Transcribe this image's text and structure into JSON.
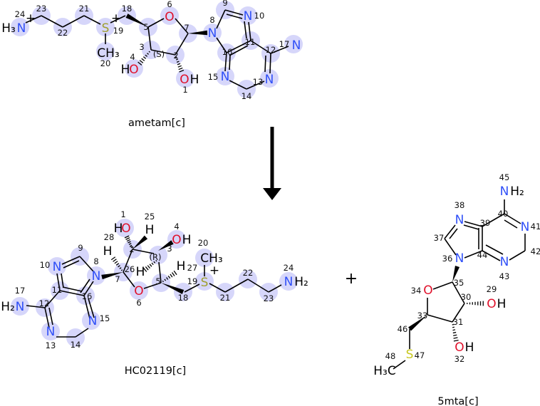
{
  "colors": {
    "nitrogen": "#3050f8",
    "oxygen": "#e0102a",
    "sulfur": "#a0a030",
    "sulfur_alt": "#c8c820",
    "carbon": "#000000",
    "highlight": "#d6d6fa"
  },
  "reaction": {
    "plus": "+",
    "arrow_icon": "down-arrow"
  },
  "molecules": [
    {
      "name": "ametam[c]",
      "atom_labels": [
        "H₃",
        "N",
        "+",
        "S",
        "+",
        "CH₃",
        "O",
        "H",
        "O",
        "O",
        "H",
        "N",
        "N",
        "N",
        "N",
        "N"
      ],
      "atom_numbers": [
        "24",
        "23",
        "22",
        "21",
        "19",
        "20",
        "18",
        "5",
        "6",
        "7",
        "3",
        "(S)",
        "2",
        "4",
        "1",
        "8",
        "9",
        "10",
        "11",
        "16",
        "12",
        "17",
        "15",
        "13",
        "14"
      ]
    },
    {
      "name": "HC02119[c]",
      "atom_labels": [
        "H",
        "O",
        "H",
        "O",
        "H",
        "H",
        "CH₃",
        "+",
        "S",
        "H",
        "H",
        "O",
        "N",
        "N",
        "N",
        "H₂",
        "N",
        "N",
        "N",
        "H₂"
      ],
      "atom_numbers": [
        "1",
        "25",
        "4",
        "28",
        "20",
        "26",
        "7",
        "2",
        "(R)",
        "3",
        "27",
        "5",
        "19",
        "6",
        "18",
        "21",
        "22",
        "23",
        "24",
        "9",
        "10",
        "8",
        "11",
        "16",
        "12",
        "17",
        "15",
        "13",
        "14"
      ]
    },
    {
      "name": "5mta[c]",
      "atom_labels": [
        "N",
        "H₂",
        "N",
        "N",
        "N",
        "N",
        "O",
        "O",
        "H",
        "O",
        "H",
        "S",
        "H₃C"
      ],
      "atom_numbers": [
        "45",
        "40",
        "39",
        "41",
        "38",
        "37",
        "42",
        "44",
        "36",
        "43",
        "35",
        "34",
        "29",
        "30",
        "33",
        "31",
        "46",
        "32",
        "48",
        "47"
      ]
    }
  ]
}
